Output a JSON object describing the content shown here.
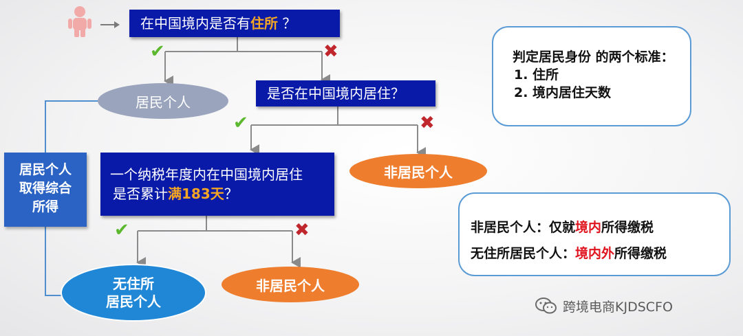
{
  "colors": {
    "box_blue": "#0a1aa8",
    "highlight_orange": "#f5a623",
    "ellipse_gray": "#9aa4bd",
    "ellipse_orange": "#ee7d2e",
    "ellipse_blue": "#1f87d6",
    "check_green": "#5cb82e",
    "cross_red": "#c0272d",
    "emphasis_red": "#e0141e",
    "panel_border": "#5b9bd5",
    "side_box": "#2b63c4"
  },
  "icons": {
    "person": "person-icon",
    "arrow": "right-arrow-icon",
    "check": "check-icon",
    "cross": "cross-icon",
    "wechat": "wechat-icon"
  },
  "q1": {
    "prefix": "在中国境内是否有",
    "highlight": "住所",
    "suffix": " ？"
  },
  "q2": {
    "text": "是否在中国境内居住？"
  },
  "q3": {
    "line1": "一个纳税年度内在中国境内居住",
    "line2_prefix": "是否累计",
    "highlight": "满183天",
    "line2_suffix": "？"
  },
  "marks": {
    "check": "✔",
    "cross": "✖"
  },
  "outcomes": {
    "resident": "居民个人",
    "nonresident_1": "非居民个人",
    "nonresident_2": "非居民个人",
    "no_domicile_line1": "无住所",
    "no_domicile_line2": "居民个人"
  },
  "side_label": {
    "line1": "居民个人",
    "line2": "取得综合",
    "line3": "所得"
  },
  "criteria_panel": {
    "title": "判定居民身份 的两个标准：",
    "item1": "1.    住所",
    "item2": "2.    境内居住天数"
  },
  "tax_panel": {
    "row1_prefix": "非居民个人：仅就",
    "row1_red": "境内",
    "row1_suffix": "所得缴税",
    "row2_prefix": "无住所居民个人：",
    "row2_red": "境内外",
    "row2_suffix": "所得缴税"
  },
  "watermark": "跨境电商KJDSCFO"
}
